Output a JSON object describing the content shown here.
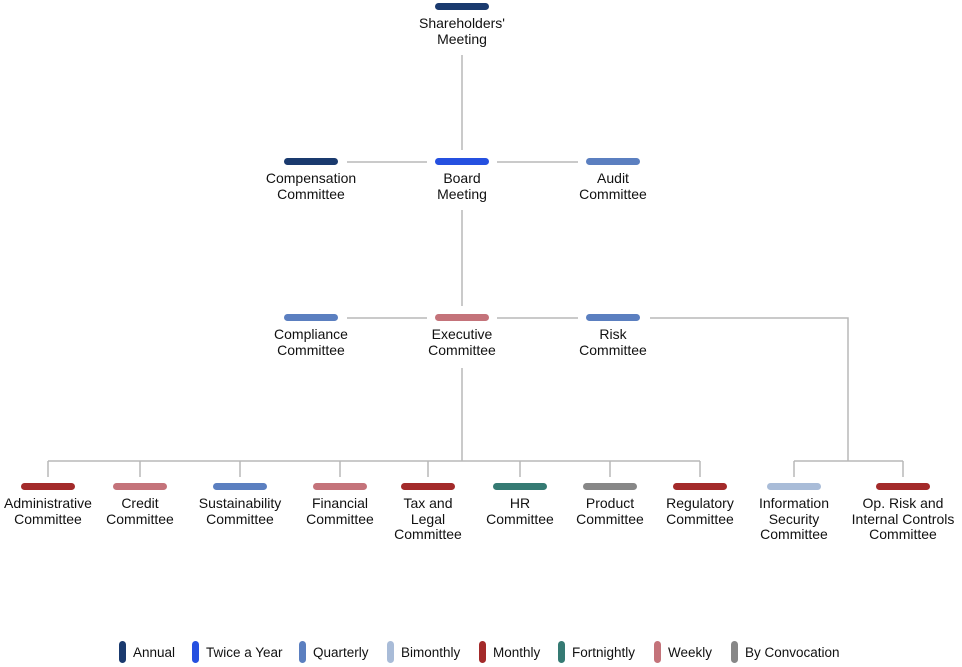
{
  "colors": {
    "annual": "#1a3a6e",
    "twice": "#2550e0",
    "quarterly": "#5b7fc0",
    "bimonthly": "#a9bcd8",
    "monthly": "#a32a2a",
    "fortnightly": "#357a73",
    "weekly": "#c4737a",
    "convocation": "#878787",
    "connector": "#b8b8b8"
  },
  "nodes": [
    {
      "id": "shareholders",
      "lines": [
        "Shareholders'",
        "Meeting"
      ],
      "freq": "annual"
    },
    {
      "id": "compensation",
      "lines": [
        "Compensation",
        "Committee"
      ],
      "freq": "annual"
    },
    {
      "id": "board",
      "lines": [
        "Board",
        "Meeting"
      ],
      "freq": "twice"
    },
    {
      "id": "audit",
      "lines": [
        "Audit",
        "Committee"
      ],
      "freq": "quarterly"
    },
    {
      "id": "compliance",
      "lines": [
        "Compliance",
        "Committee"
      ],
      "freq": "quarterly"
    },
    {
      "id": "executive",
      "lines": [
        "Executive",
        "Committee"
      ],
      "freq": "weekly"
    },
    {
      "id": "risk",
      "lines": [
        "Risk",
        "Committee"
      ],
      "freq": "quarterly"
    },
    {
      "id": "administrative",
      "lines": [
        "Administrative",
        "Committee"
      ],
      "freq": "monthly"
    },
    {
      "id": "credit",
      "lines": [
        "Credit",
        "Committee"
      ],
      "freq": "weekly"
    },
    {
      "id": "sustainability",
      "lines": [
        "Sustainability",
        "Committee"
      ],
      "freq": "quarterly"
    },
    {
      "id": "financial",
      "lines": [
        "Financial",
        "Committee"
      ],
      "freq": "weekly"
    },
    {
      "id": "tax-legal",
      "lines": [
        "Tax and",
        "Legal",
        "Committee"
      ],
      "freq": "monthly"
    },
    {
      "id": "hr",
      "lines": [
        "HR",
        "Committee"
      ],
      "freq": "fortnightly"
    },
    {
      "id": "product",
      "lines": [
        "Product",
        "Committee"
      ],
      "freq": "convocation"
    },
    {
      "id": "regulatory",
      "lines": [
        "Regulatory",
        "Committee"
      ],
      "freq": "monthly"
    },
    {
      "id": "info-security",
      "lines": [
        "Information",
        "Security",
        "Committee"
      ],
      "freq": "bimonthly"
    },
    {
      "id": "op-risk",
      "lines": [
        "Op. Risk and",
        "Internal Controls",
        "Committee"
      ],
      "freq": "monthly"
    }
  ],
  "edges": [
    [
      "shareholders",
      "board"
    ],
    [
      "board",
      "compensation"
    ],
    [
      "board",
      "audit"
    ],
    [
      "board",
      "executive"
    ],
    [
      "executive",
      "compliance"
    ],
    [
      "executive",
      "risk"
    ],
    [
      "executive",
      "administrative"
    ],
    [
      "executive",
      "credit"
    ],
    [
      "executive",
      "sustainability"
    ],
    [
      "executive",
      "financial"
    ],
    [
      "executive",
      "tax-legal"
    ],
    [
      "executive",
      "hr"
    ],
    [
      "executive",
      "product"
    ],
    [
      "executive",
      "regulatory"
    ],
    [
      "risk",
      "info-security"
    ],
    [
      "risk",
      "op-risk"
    ]
  ],
  "legend": [
    {
      "label": "Annual",
      "freq": "annual"
    },
    {
      "label": "Twice a Year",
      "freq": "twice"
    },
    {
      "label": "Quarterly",
      "freq": "quarterly"
    },
    {
      "label": "Bimonthly",
      "freq": "bimonthly"
    },
    {
      "label": "Monthly",
      "freq": "monthly"
    },
    {
      "label": "Fortnightly",
      "freq": "fortnightly"
    },
    {
      "label": "Weekly",
      "freq": "weekly"
    },
    {
      "label": "By Convocation",
      "freq": "convocation"
    }
  ]
}
